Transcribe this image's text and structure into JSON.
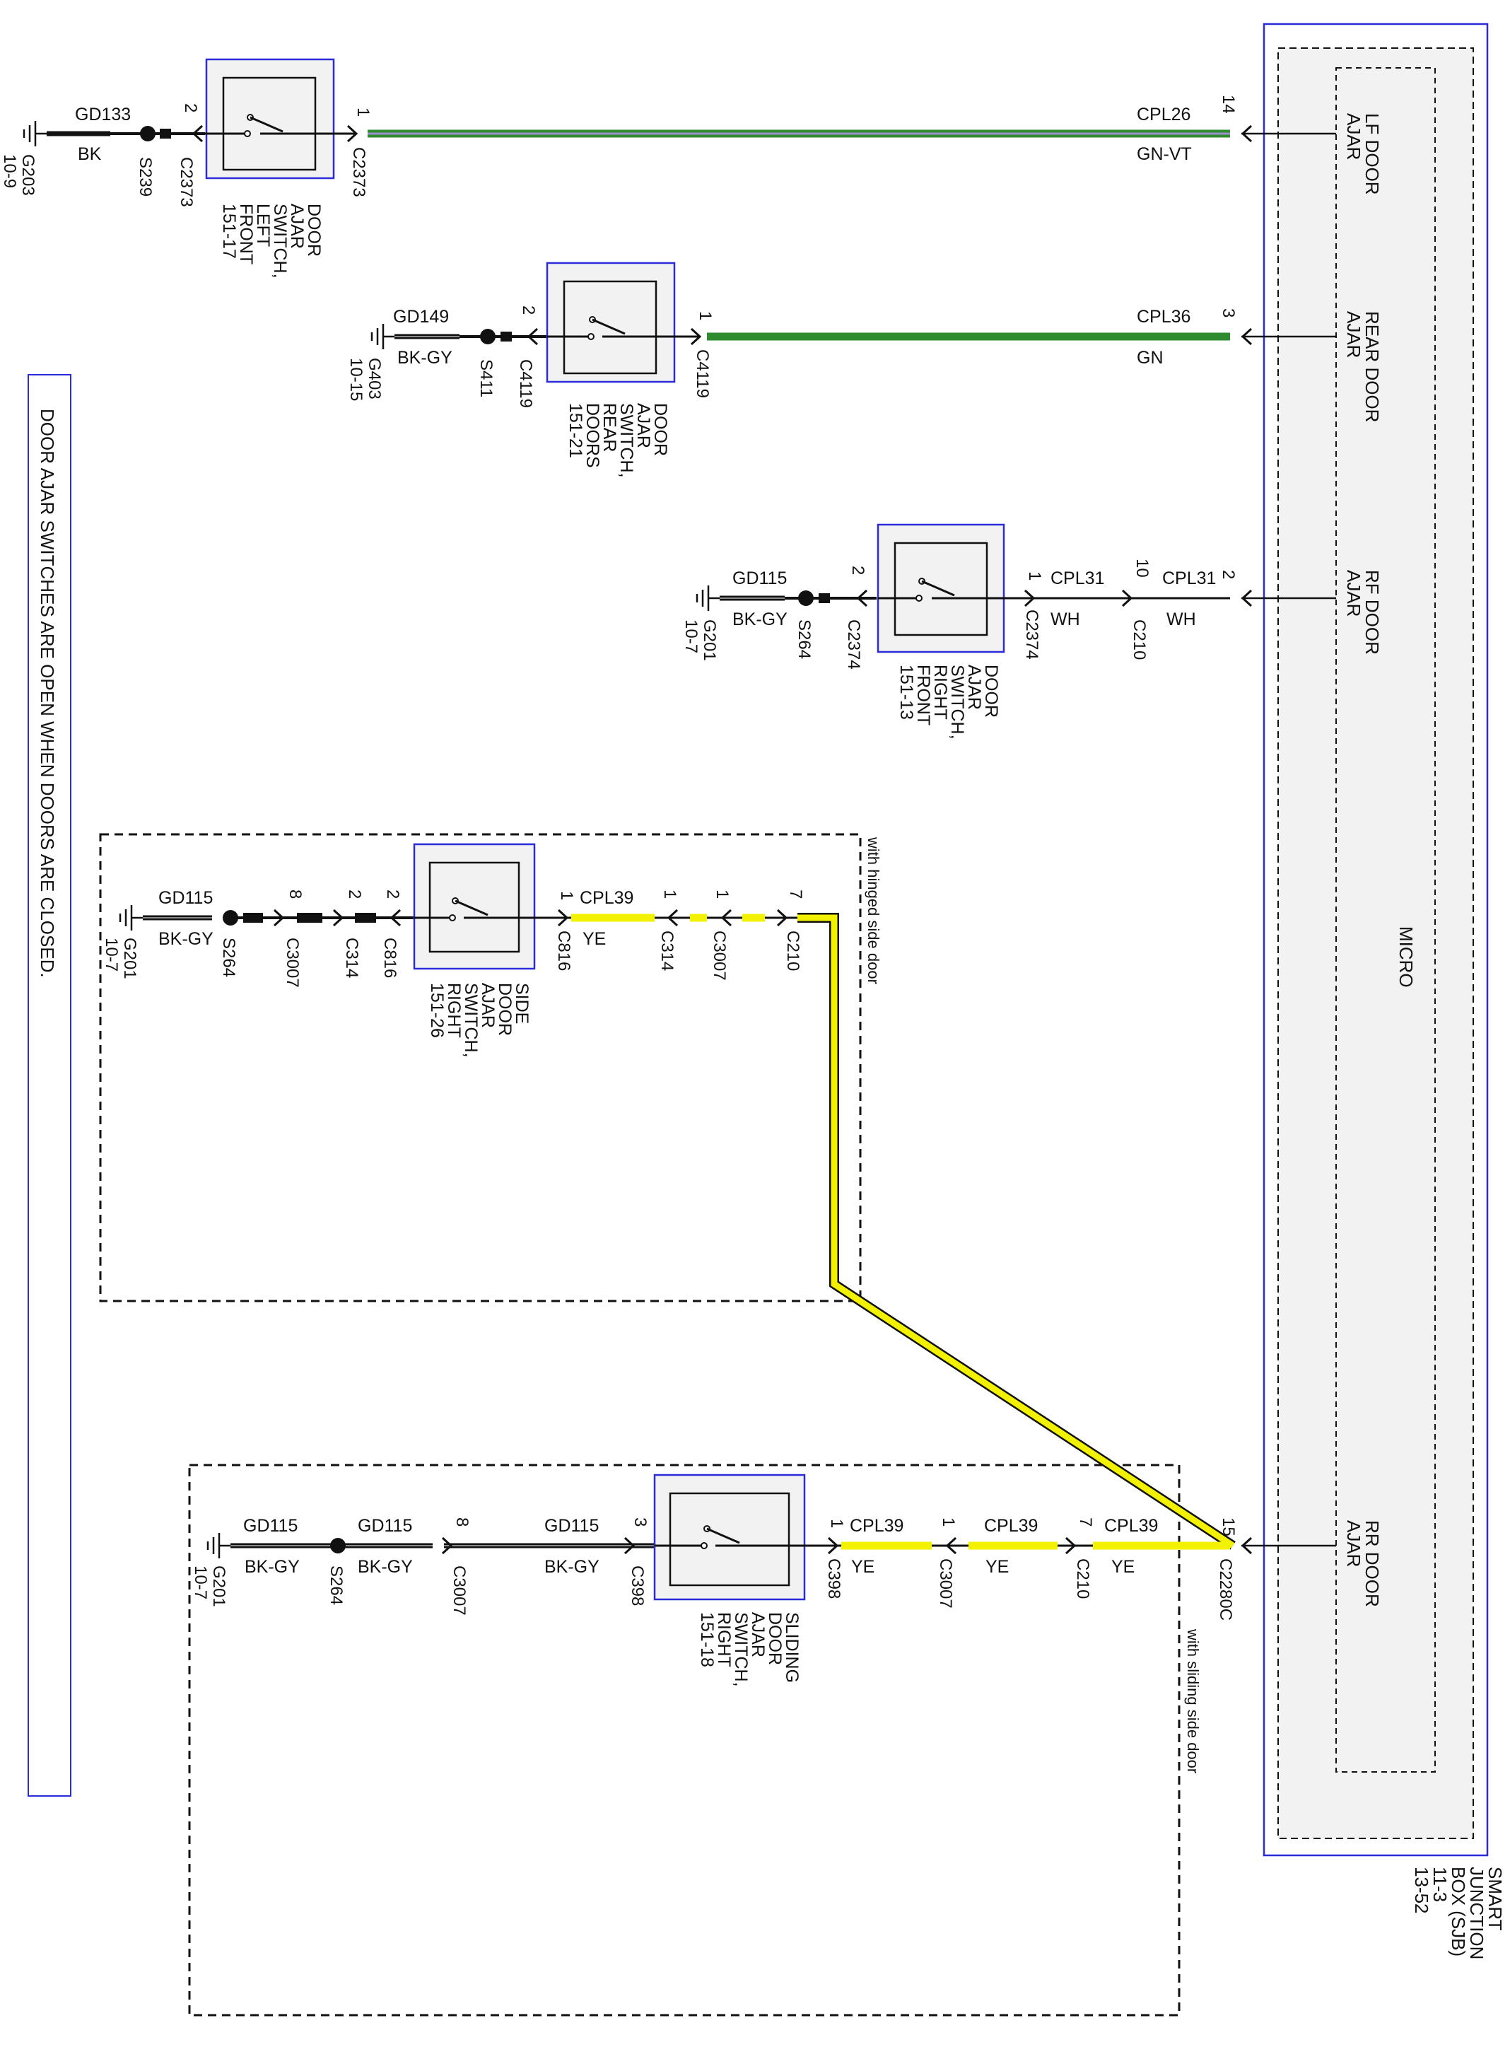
{
  "note": "DOOR AJAR SWITCHES ARE OPEN WHEN DOORS ARE CLOSED.",
  "sjb": {
    "label_lines": [
      "SMART",
      "JUNCTION",
      "BOX (SJB)",
      "11-3",
      "13-52"
    ],
    "micro": "MICRO",
    "inputs": [
      {
        "pin": "14",
        "label_lines": [
          "LF DOOR",
          "AJAR"
        ]
      },
      {
        "pin": "3",
        "label_lines": [
          "REAR DOOR",
          "AJAR"
        ]
      },
      {
        "pin": "2",
        "label_lines": [
          "RF DOOR",
          "AJAR"
        ]
      },
      {
        "pin": "15",
        "connector": "C2280C",
        "label_lines": [
          "RR DOOR",
          "AJAR"
        ]
      }
    ]
  },
  "circuits": {
    "lf": {
      "ground": {
        "id": "G203",
        "page": "10-9"
      },
      "gnd_wire": {
        "circuit": "GD133",
        "color": "BK"
      },
      "splice": "S239",
      "conn_gnd": {
        "pin": "2",
        "name": "C2373"
      },
      "switch_lines": [
        "DOOR",
        "AJAR",
        "SWITCH,",
        "LEFT",
        "FRONT",
        "151-17"
      ],
      "conn_sig": {
        "pin": "1",
        "name": "C2373"
      },
      "sig_wire": {
        "circuit": "CPL26",
        "color": "GN-VT"
      }
    },
    "rear": {
      "ground": {
        "id": "G403",
        "page": "10-15"
      },
      "gnd_wire": {
        "circuit": "GD149",
        "color": "BK-GY"
      },
      "splice": "S411",
      "conn_gnd": {
        "pin": "2",
        "name": "C4119"
      },
      "switch_lines": [
        "DOOR",
        "AJAR",
        "SWITCH,",
        "REAR",
        "DOORS",
        "151-21"
      ],
      "conn_sig": {
        "pin": "1",
        "name": "C4119"
      },
      "sig_wire": {
        "circuit": "CPL36",
        "color": "GN"
      }
    },
    "rf": {
      "ground": {
        "id": "G201",
        "page": "10-7"
      },
      "gnd_wire": {
        "circuit": "GD115",
        "color": "BK-GY"
      },
      "splice": "S264",
      "conn_gnd": {
        "pin": "2",
        "name": "C2374"
      },
      "switch_lines": [
        "DOOR",
        "AJAR",
        "SWITCH,",
        "RIGHT",
        "FRONT",
        "151-13"
      ],
      "conn_sig": {
        "pin": "1",
        "name": "C2374"
      },
      "sig_wire_a": {
        "circuit": "CPL31",
        "color": "WH"
      },
      "inline": {
        "pin": "10",
        "name": "C210"
      },
      "sig_wire_b": {
        "circuit": "CPL31",
        "color": "WH"
      }
    },
    "hinged": {
      "option": "with hinged side door",
      "ground": {
        "id": "G201",
        "page": "10-7"
      },
      "gnd_wire": {
        "circuit": "GD115",
        "color": "BK-GY"
      },
      "splice": "S264",
      "c3007": {
        "pin": "8",
        "name": "C3007"
      },
      "c314": {
        "pin": "2",
        "name": "C314"
      },
      "c816g": {
        "pin": "2",
        "name": "C816"
      },
      "switch_lines": [
        "SIDE",
        "DOOR",
        "AJAR",
        "SWITCH,",
        "RIGHT",
        "151-26"
      ],
      "c816s": {
        "pin": "1",
        "name": "C816"
      },
      "sig_wire": {
        "circuit": "CPL39",
        "color": "YE"
      },
      "c314s": {
        "pin": "1",
        "name": "C314"
      },
      "c3007s": {
        "pin": "1",
        "name": "C3007"
      },
      "c210": {
        "pin": "7",
        "name": "C210"
      }
    },
    "sliding": {
      "option": "with sliding side door",
      "ground": {
        "id": "G201",
        "page": "10-7"
      },
      "gnd_wire_a": {
        "circuit": "GD115",
        "color": "BK-GY"
      },
      "splice": "S264",
      "gnd_wire_b": {
        "circuit": "GD115",
        "color": "BK-GY"
      },
      "c3007g": {
        "pin": "8",
        "name": "C3007"
      },
      "gnd_wire_c": {
        "circuit": "GD115",
        "color": "BK-GY"
      },
      "c398g": {
        "pin": "3",
        "name": "C398"
      },
      "switch_lines": [
        "SLIDING",
        "DOOR",
        "AJAR",
        "SWITCH,",
        "RIGHT",
        "151-18"
      ],
      "c398s": {
        "pin": "1",
        "name": "C398"
      },
      "sig_wire_a": {
        "circuit": "CPL39",
        "color": "YE"
      },
      "c3007s": {
        "pin": "1",
        "name": "C3007"
      },
      "sig_wire_b": {
        "circuit": "CPL39",
        "color": "YE"
      },
      "c210": {
        "pin": "7",
        "name": "C210"
      },
      "sig_wire_c": {
        "circuit": "CPL39",
        "color": "YE"
      }
    }
  },
  "colors": {
    "outline_blue": "#2b2bd9",
    "wire_black": "#111111",
    "wire_green": "#2e8b2e",
    "wire_violet": "#9a8fcf",
    "wire_yellow": "#f2f200",
    "box_fill": "#f2f2f2"
  }
}
